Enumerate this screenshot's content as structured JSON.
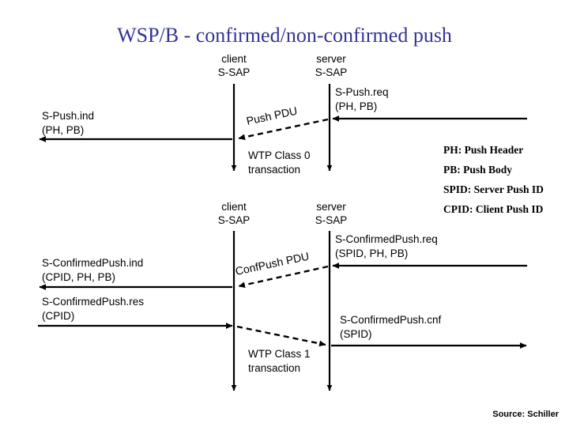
{
  "slide": {
    "title": "WSP/B - confirmed/non-confirmed push",
    "source": "Source: Schiller",
    "background_color": "#ffffff",
    "title_color": "#333399",
    "line_color": "#000000"
  },
  "upper_diagram": {
    "client_lifeline": {
      "label_line1": "client",
      "label_line2": "S-SAP"
    },
    "server_lifeline": {
      "label_line1": "server",
      "label_line2": "S-SAP"
    },
    "transaction_note": {
      "line1": "WTP Class 0",
      "line2": "transaction"
    },
    "pdu_label": "Push PDU",
    "server_primitive": {
      "line1": "S-Push.req",
      "line2": "(PH, PB)"
    },
    "client_primitive": {
      "line1": "S-Push.ind",
      "line2": "(PH, PB)"
    }
  },
  "lower_diagram": {
    "client_lifeline": {
      "label_line1": "client",
      "label_line2": "S-SAP"
    },
    "server_lifeline": {
      "label_line1": "server",
      "label_line2": "S-SAP"
    },
    "transaction_note": {
      "line1": "WTP Class 1",
      "line2": "transaction"
    },
    "pdu_label": "ConfPush PDU",
    "server_primitive_req": {
      "line1": "S-ConfirmedPush.req",
      "line2": "(SPID, PH, PB)"
    },
    "client_primitive_ind": {
      "line1": "S-ConfirmedPush.ind",
      "line2": "(CPID, PH, PB)"
    },
    "client_primitive_res": {
      "line1": "S-ConfirmedPush.res",
      "line2": "(CPID)"
    },
    "server_primitive_cnf": {
      "line1": "S-ConfirmedPush.cnf",
      "line2": "(SPID)"
    }
  },
  "legend": {
    "items": [
      "PH: Push Header",
      "PB: Push Body",
      "SPID: Server Push ID",
      "CPID: Client Push ID"
    ]
  }
}
